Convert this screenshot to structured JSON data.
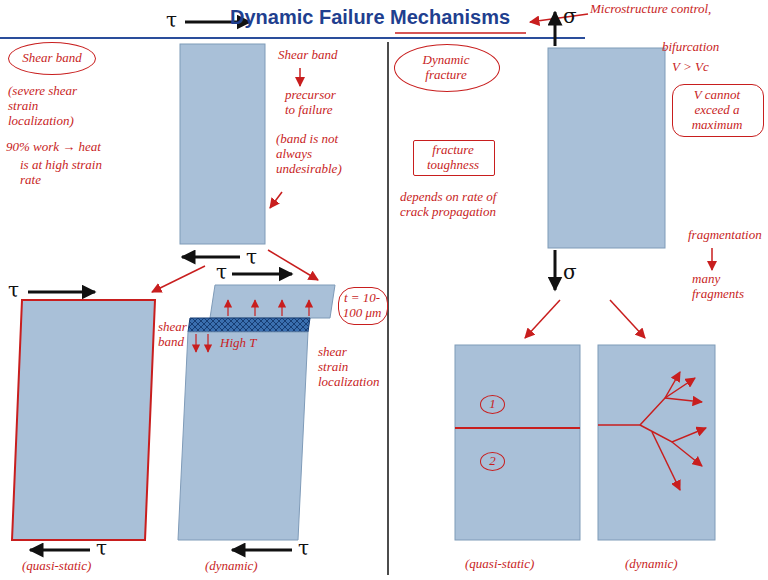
{
  "diagram": {
    "title": "Dynamic Failure Mechanisms",
    "nodes": [
      {
        "text": [
          "Shear band"
        ]
      },
      {
        "text": [
          "Dynamic fracture"
        ]
      },
      {
        "text": [
          "V cannot exceed a maximum"
        ]
      },
      {
        "text": [
          "fracture toughness"
        ]
      },
      {
        "text": [
          "t = 10-100 μm"
        ]
      },
      {
        "text": [
          "1"
        ]
      },
      {
        "text": [
          "2"
        ]
      }
    ],
    "labels": [
      "Microstructure control,",
      "bifurcation",
      "V > Vc",
      "(severe shear strain localization)",
      "90% work → heat",
      "is at high strain rate",
      "Shear band",
      "precursor to failure",
      "(band is not always undesirable)",
      "τ",
      "τ",
      "τ",
      "τ",
      "τ",
      "τ",
      "shear band",
      "High T",
      "shear strain localization",
      "(quasi-static)",
      "(dynamic)",
      "σ",
      "σ",
      "depends on rate of crack propagation",
      "fragmentation",
      "many fragments",
      "(quasi-static)",
      "(dynamic)"
    ]
  }
}
